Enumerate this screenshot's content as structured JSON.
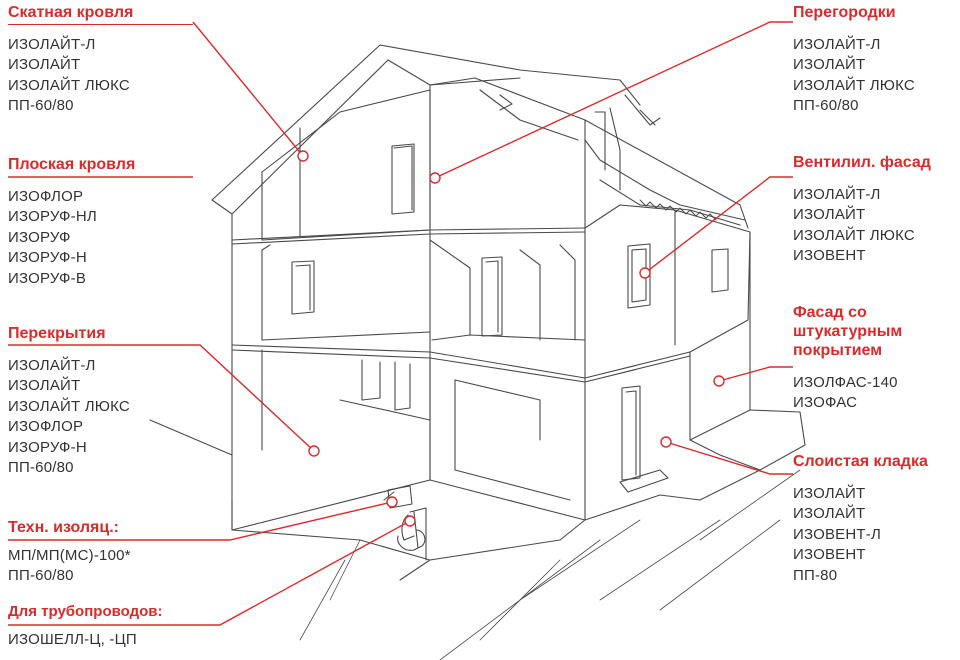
{
  "accent_color": "#d92b2b",
  "left_groups": [
    {
      "id": "pitched-roof",
      "title_lines": [
        "Скатная кровля"
      ],
      "items": [
        "ИЗОЛАЙТ-Л",
        "ИЗОЛАЙТ",
        "ИЗОЛАЙТ ЛЮКС",
        "ПП-60/80"
      ]
    },
    {
      "id": "flat-roof",
      "title_lines": [
        "Плоская кровля"
      ],
      "items": [
        "ИЗОФЛОР",
        "ИЗОРУФ-НЛ",
        "ИЗОРУФ",
        "ИЗОРУФ-Н",
        "ИЗОРУФ-В"
      ]
    },
    {
      "id": "floors",
      "title_lines": [
        "Перекрытия"
      ],
      "items": [
        "ИЗОЛАЙТ-Л",
        "ИЗОЛАЙТ",
        "ИЗОЛАЙТ ЛЮКС",
        "ИЗОФЛОР",
        "ИЗОРУФ-Н",
        "ПП-60/80"
      ]
    },
    {
      "id": "tech-insulation",
      "title_lines": [
        "Техн. изоляц.:"
      ],
      "items": [
        "МП/МП(МС)-100*",
        "ПП-60/80"
      ]
    },
    {
      "id": "pipelines",
      "title_lines": [
        "Для трубопроводов:"
      ],
      "items": [
        "ИЗОШЕЛЛ-Ц, -ЦП"
      ]
    }
  ],
  "right_groups": [
    {
      "id": "partitions",
      "title_lines": [
        "Перегородки"
      ],
      "items": [
        "ИЗОЛАЙТ-Л",
        "ИЗОЛАЙТ",
        "ИЗОЛАЙТ ЛЮКС",
        "ПП-60/80"
      ]
    },
    {
      "id": "ventilated-facade",
      "title_lines": [
        "Вентилил. фасад"
      ],
      "items": [
        "ИЗОЛАЙТ-Л",
        "ИЗОЛАЙТ",
        "ИЗОЛАЙТ ЛЮКС",
        "ИЗОВЕНТ"
      ]
    },
    {
      "id": "plaster-facade",
      "title_lines": [
        "Фасад со",
        "штукатурным",
        "покрытием"
      ],
      "items": [
        "ИЗОЛФАС-140",
        "ИЗОФАС"
      ]
    },
    {
      "id": "layered-masonry",
      "title_lines": [
        "Слоистая кладка"
      ],
      "items": [
        "ИЗОЛАЙТ",
        "ИЗОЛАЙТ",
        "ИЗОВЕНТ-Л",
        "ИЗОВЕНТ",
        "ПП-80"
      ]
    }
  ]
}
